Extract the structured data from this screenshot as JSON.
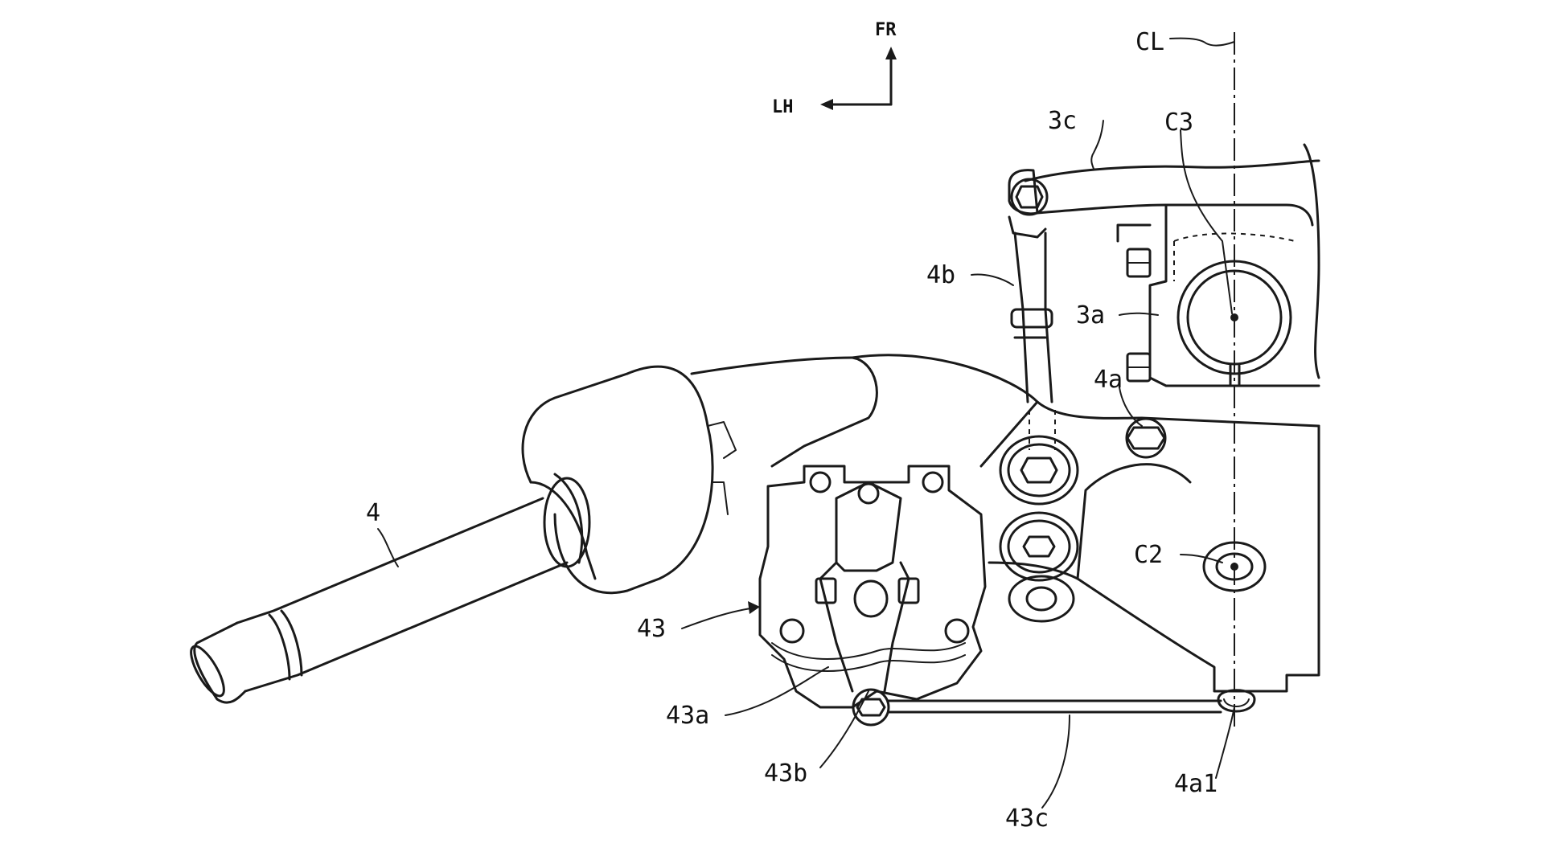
{
  "orientation": {
    "forward": "FR",
    "left": "LH"
  },
  "centerline": "CL",
  "labels": {
    "shaft": "4",
    "link_4a": "4a",
    "link_4a1": "4a1",
    "link_4b": "4b",
    "part_3a": "3a",
    "part_3c": "3c",
    "center_c2": "C2",
    "center_c3": "C3",
    "unit_43": "43",
    "unit_43a": "43a",
    "unit_43b": "43b",
    "rod_43c": "43c"
  }
}
